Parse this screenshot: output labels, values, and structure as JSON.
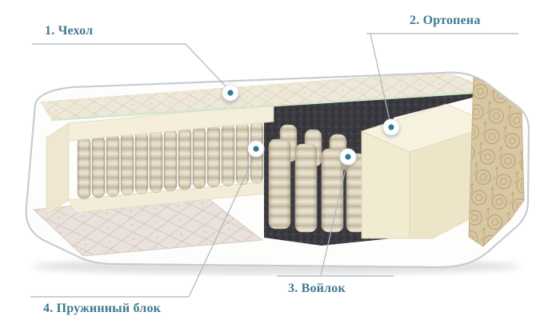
{
  "diagram": {
    "type": "mattress-cutaway",
    "labels": [
      {
        "num": "1",
        "text": "1. Чехол"
      },
      {
        "num": "2",
        "text": "2. Ортопена"
      },
      {
        "num": "3",
        "text": "3. Войлок"
      },
      {
        "num": "4",
        "text": "4. Пружинный блок"
      }
    ],
    "colors": {
      "label_text": "#3c7a8e",
      "leader_line": "#a9b6c0",
      "marker_dot": "#2d7d92",
      "marker_ring": "#ffffff",
      "foam": "#f4eeda",
      "felt": "#3b3a40",
      "springs": "#d9cfba",
      "cover_quilt": "#eee8d8",
      "brocade": "#d7c7a3"
    }
  }
}
